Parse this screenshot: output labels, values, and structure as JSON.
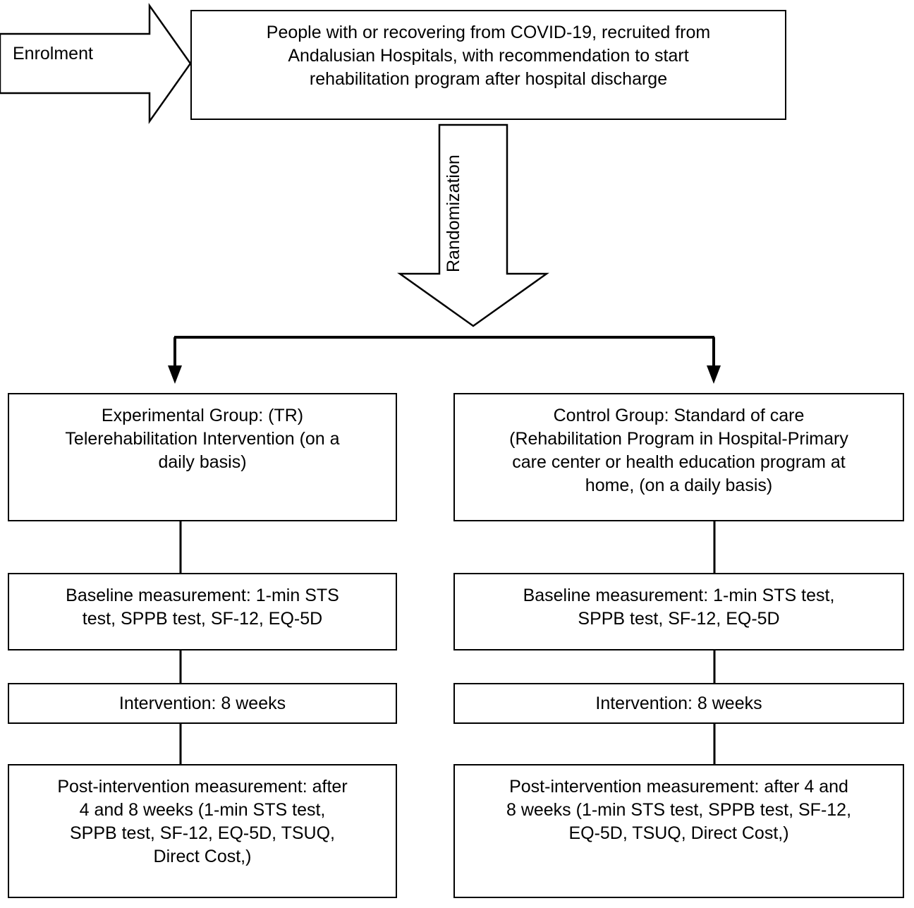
{
  "diagram": {
    "type": "flowchart",
    "title_visible": false,
    "stroke_color": "#000000",
    "background_color": "#ffffff",
    "stages": {
      "enrolment_label": "Enrolment",
      "randomization_label": "Randomization"
    },
    "enrolment_box": "People with or recovering from COVID-19, recruited from\nAndalusian Hospitals, with recommendation to start\nrehabilitation program after hospital discharge",
    "arms": [
      {
        "arm": "experimental",
        "group_box": "Experimental Group: (TR)\nTelerehabilitation Intervention (on a\ndaily basis)",
        "baseline_box": "Baseline measurement: 1-min STS\ntest, SPPB test, SF-12, EQ-5D",
        "intervention_box": "Intervention: 8 weeks",
        "post_box": "Post-intervention measurement: after\n4 and 8 weeks (1-min STS test,\nSPPB test, SF-12, EQ-5D, TSUQ,\nDirect Cost,)"
      },
      {
        "arm": "control",
        "group_box": "Control Group: Standard of care\n(Rehabilitation Program in Hospital-Primary\ncare center or health education program at\nhome, (on a daily basis)",
        "baseline_box": "Baseline measurement: 1-min STS test,\nSPPB test, SF-12, EQ-5D",
        "intervention_box": "Intervention: 8 weeks",
        "post_box": "Post-intervention measurement: after 4 and\n8 weeks (1-min STS test, SPPB test, SF-12,\nEQ-5D, TSUQ, Direct Cost,)"
      }
    ]
  }
}
